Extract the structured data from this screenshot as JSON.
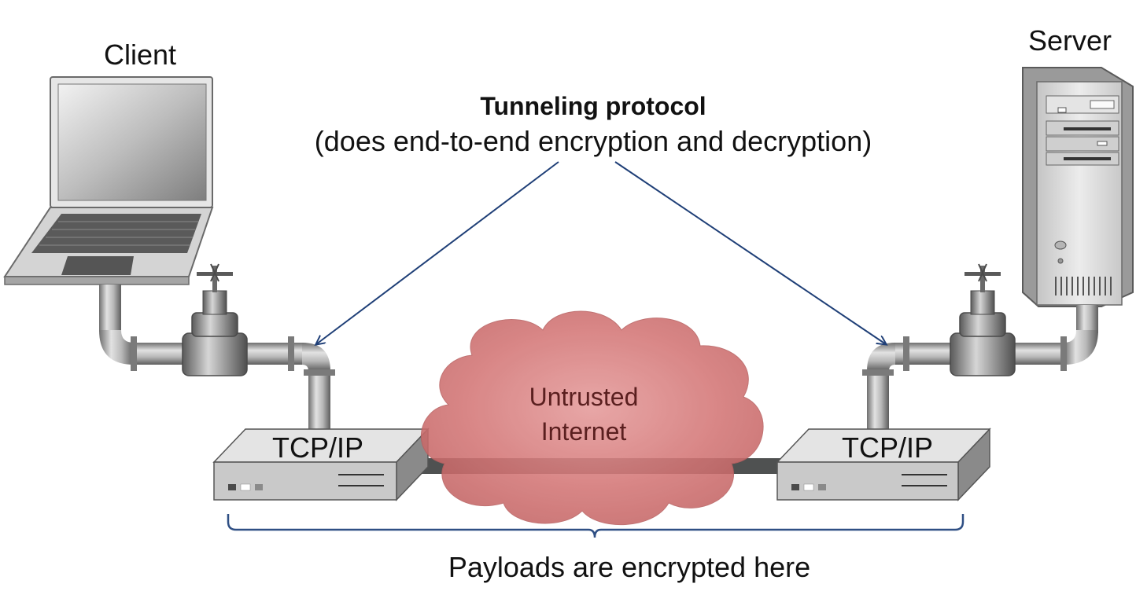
{
  "diagram": {
    "client_label": "Client",
    "server_label": "Server",
    "tunnel_title": "Tunneling protocol",
    "tunnel_subtitle": "(does end-to-end encryption and decryption)",
    "left_device_label": "TCP/IP",
    "right_device_label": "TCP/IP",
    "cloud_line1": "Untrusted",
    "cloud_line2": "Internet",
    "brace_caption": "Payloads are encrypted here"
  },
  "colors": {
    "arrow": "#1f3f77",
    "brace": "#2f4f84",
    "cloud_fill": "#cf6f6f",
    "cloud_text": "#5a1f1f",
    "pipe": "#a9a9a9",
    "device_body": "#c9c9c9",
    "link": "#4f5151"
  },
  "icons": [
    "laptop-icon",
    "server-tower-icon",
    "valve-icon",
    "pipe-icon",
    "network-device-icon",
    "cloud-icon"
  ]
}
